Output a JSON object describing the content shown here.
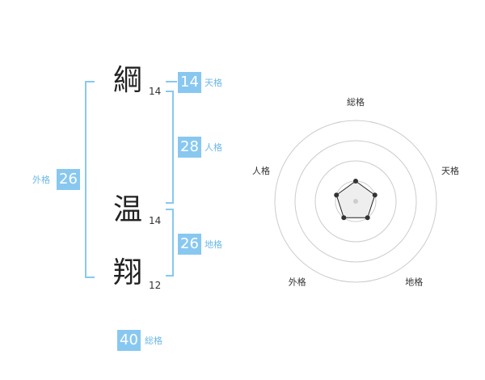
{
  "name": {
    "chars": [
      {
        "char": "綱",
        "strokes": "14"
      },
      {
        "char": "温",
        "strokes": "14"
      },
      {
        "char": "翔",
        "strokes": "12"
      }
    ]
  },
  "fortune": {
    "tenkaku": {
      "value": "14",
      "label": "天格"
    },
    "jinkaku": {
      "value": "28",
      "label": "人格"
    },
    "chikaku": {
      "value": "26",
      "label": "地格"
    },
    "gaikaku": {
      "value": "26",
      "label": "外格"
    },
    "soukaku": {
      "value": "40",
      "label": "総格"
    }
  },
  "colors": {
    "accent": "#88c8f0",
    "label": "#6cb8e6",
    "ring": "#cccccc",
    "polygon_fill": "#eeeeee"
  },
  "chart_data": {
    "type": "radar",
    "axes": [
      "総格",
      "天格",
      "地格",
      "外格",
      "人格"
    ],
    "values": [
      1,
      1,
      1,
      1,
      1
    ],
    "range": [
      0,
      4
    ],
    "rings": 4
  }
}
